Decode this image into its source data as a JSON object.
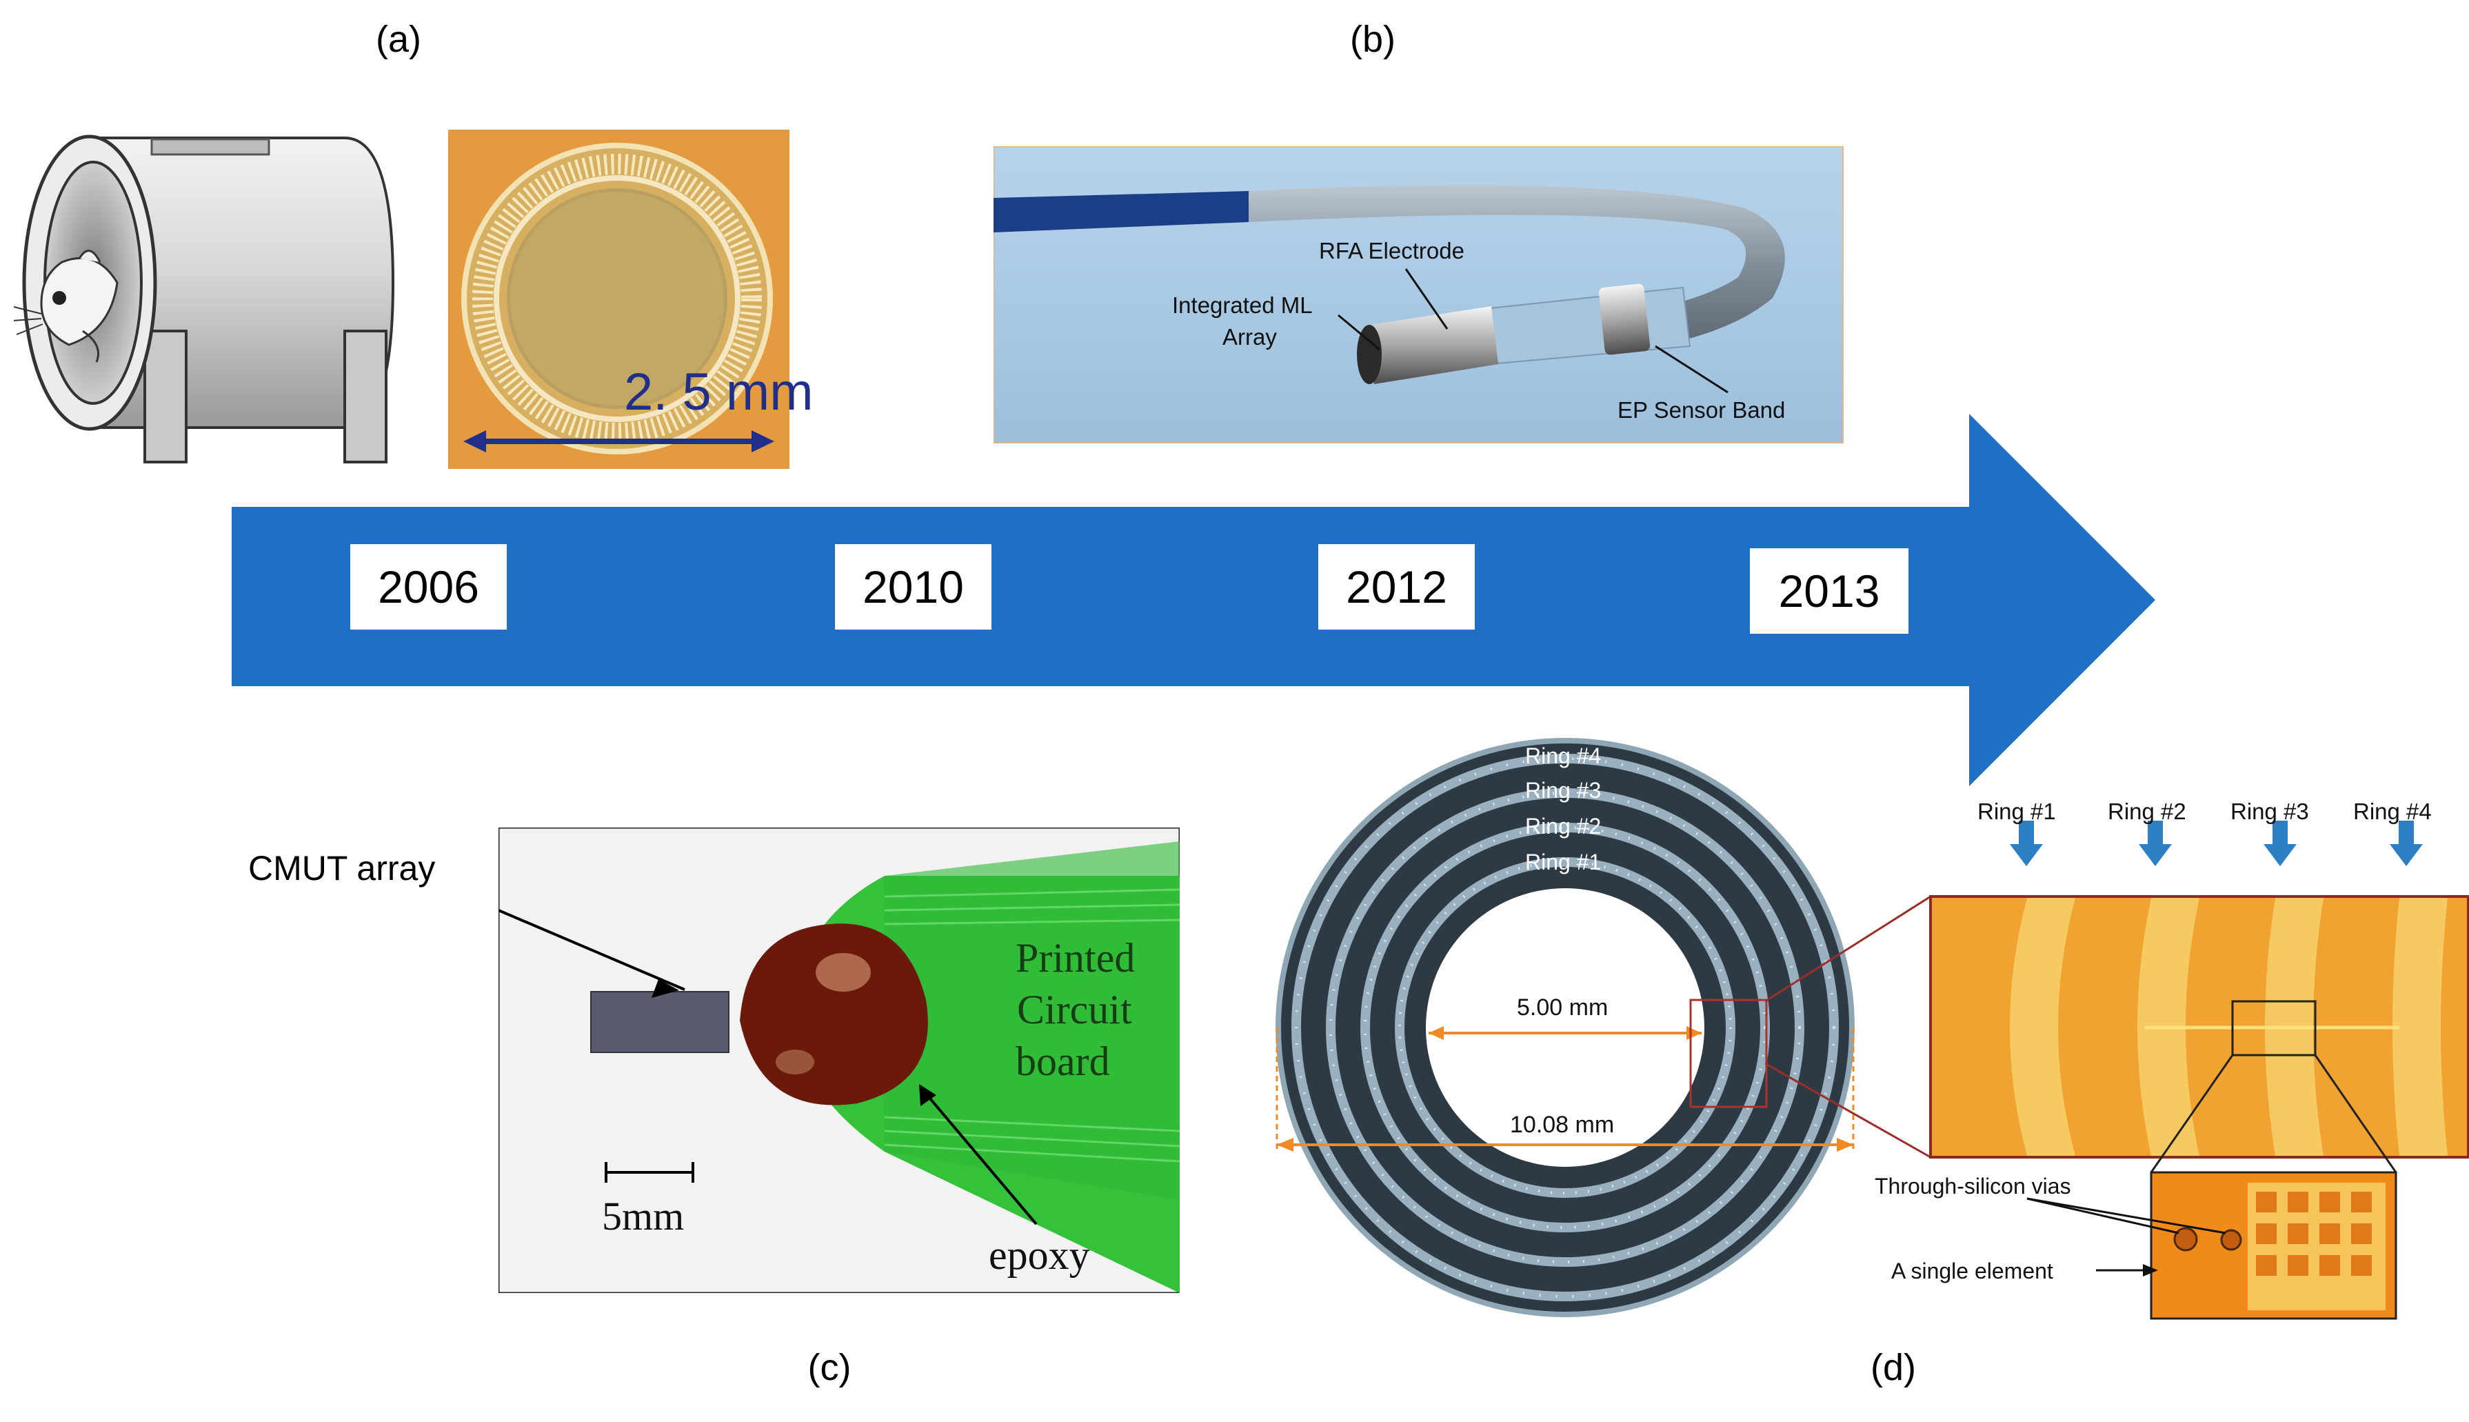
{
  "panels": {
    "a": "(a)",
    "b": "(b)",
    "c": "(c)",
    "d": "(d)"
  },
  "timeline": {
    "arrow_color": "#1f6fc4",
    "years": [
      "2006",
      "2010",
      "2012",
      "2013"
    ]
  },
  "panel_a": {
    "scale_label": "2. 5 mm"
  },
  "panel_b": {
    "rfa_electrode": "RFA Electrode",
    "integrated_ml_line1": "Integrated ML",
    "integrated_ml_line2": "Array",
    "ep_sensor_band": "EP Sensor Band"
  },
  "panel_c": {
    "cmut_array": "CMUT array",
    "pcb_line1": "Printed",
    "pcb_line2": "Circuit",
    "pcb_line3": "board",
    "epoxy": "epoxy",
    "scale_bar": "5mm"
  },
  "panel_d": {
    "ring4": "Ring #4",
    "ring3": "Ring #3",
    "ring2": "Ring #2",
    "ring1": "Ring #1",
    "inner_dim": "5.00 mm",
    "outer_dim": "10.08 mm",
    "ring_labels_top": [
      "Ring #1",
      "Ring #2",
      "Ring #3",
      "Ring #4"
    ],
    "through_silicon_vias": "Through-silicon vias",
    "single_element": "A single element"
  }
}
